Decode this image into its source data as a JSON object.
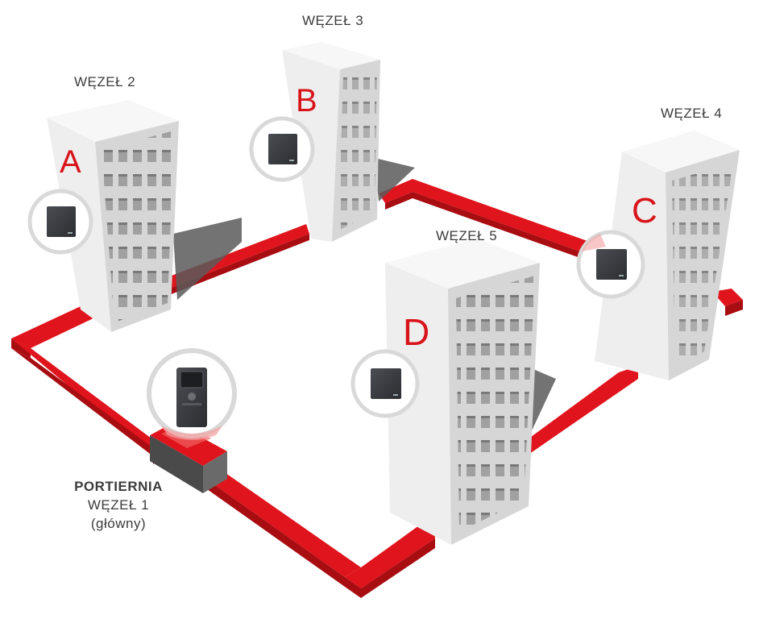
{
  "nodes": {
    "node2": {
      "label": "WĘZEŁ 2",
      "letter": "A"
    },
    "node3": {
      "label": "WĘZEŁ 3",
      "letter": "B"
    },
    "node4": {
      "label": "WĘZEŁ 4",
      "letter": "C"
    },
    "node5": {
      "label": "WĘZEŁ 5",
      "letter": "D"
    },
    "node1": {
      "title": "PORTIERNIA",
      "label": "WĘZEŁ 1",
      "note": "(główny)"
    }
  },
  "colors": {
    "network": "#e0141c",
    "network_dark": "#a80d12",
    "building": "#f2f2f2",
    "building_side": "#dcdcdc",
    "window": "#8f8f8f",
    "letter": "#d8141a",
    "device": "#3a3d42",
    "halo": "#d9d9d9"
  }
}
